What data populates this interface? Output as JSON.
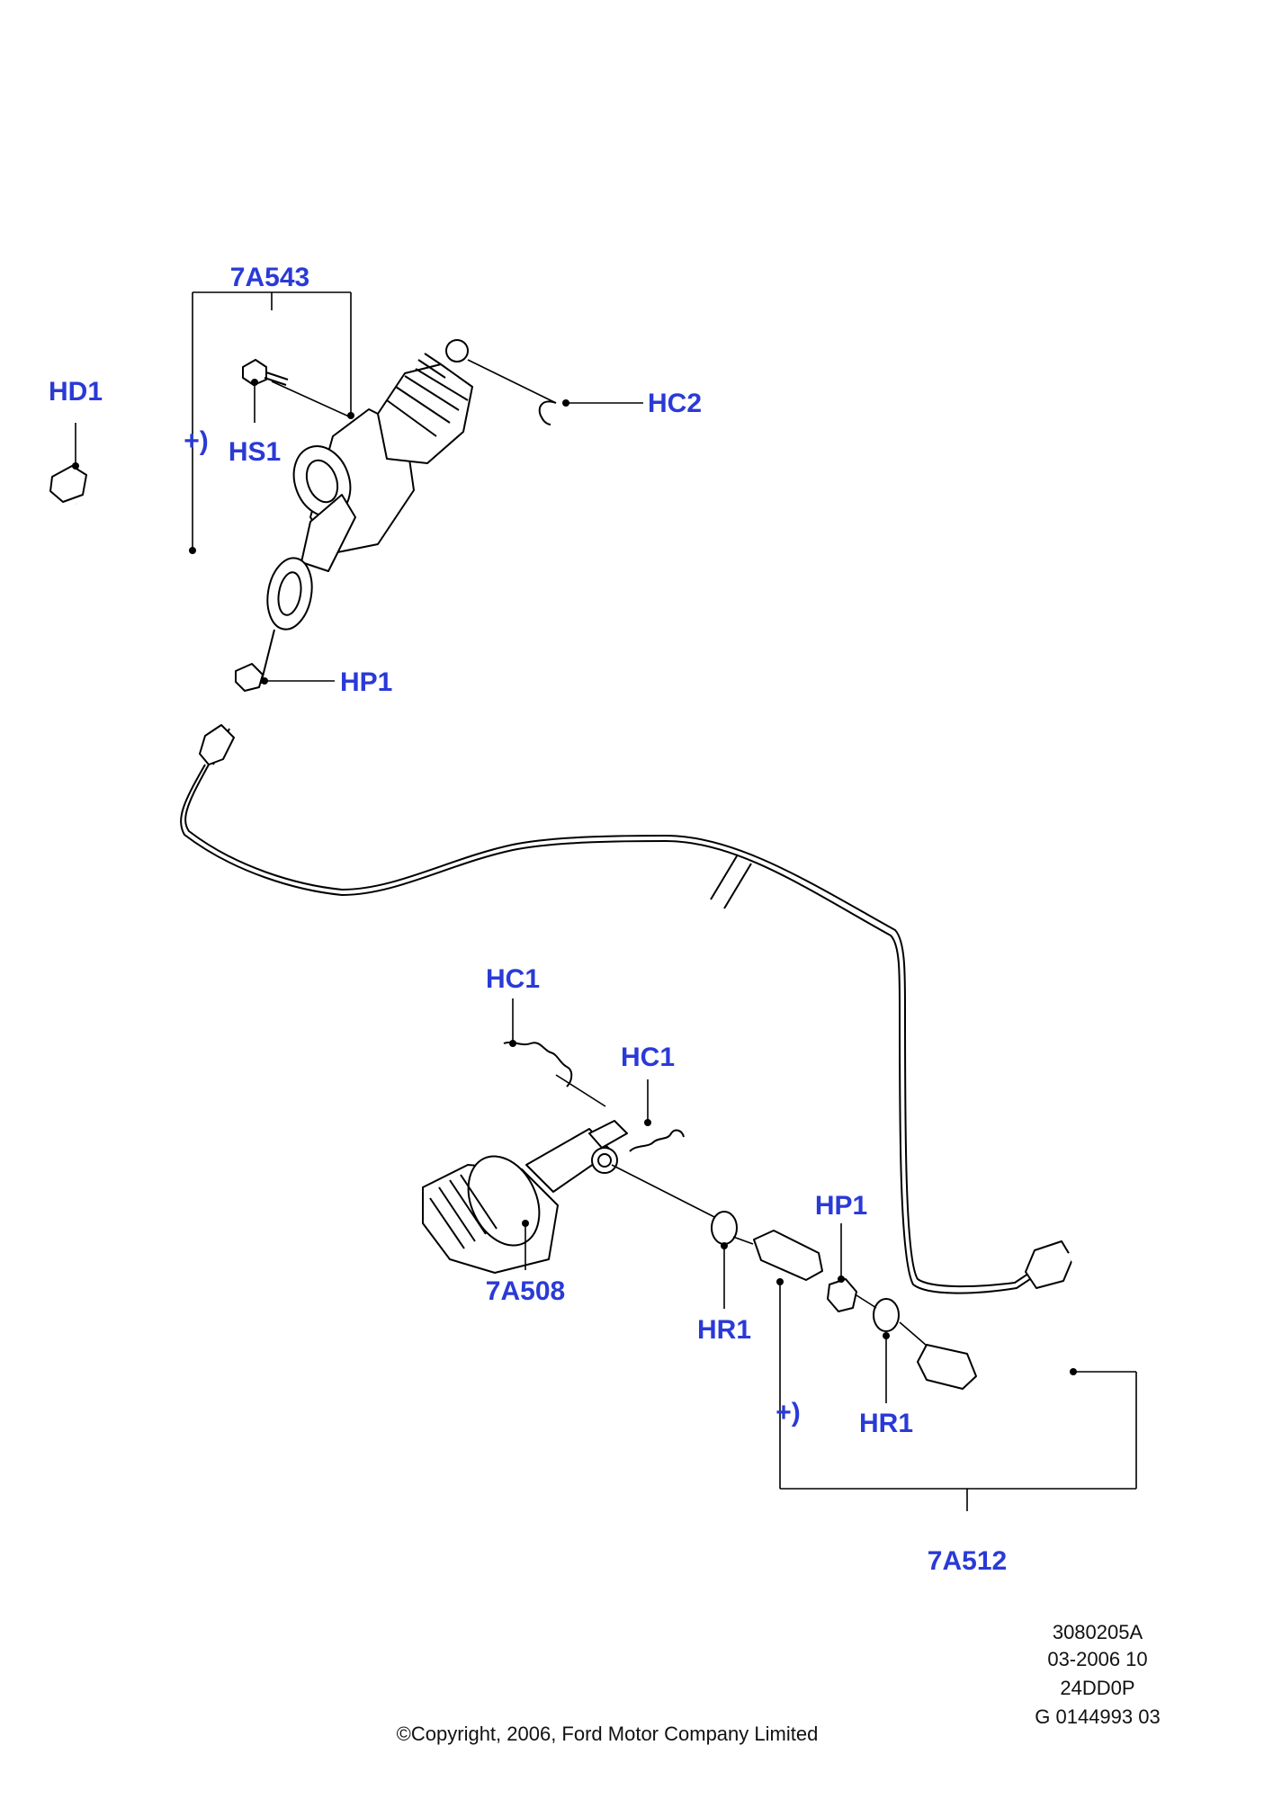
{
  "labels": {
    "part_7A543": "7A543",
    "hd1": "HD1",
    "plus_top": "+)",
    "hs1": "HS1",
    "hc2": "HC2",
    "hp1_top": "HP1",
    "hc1_left": "HC1",
    "hc1_right": "HC1",
    "hp1_bottom": "HP1",
    "part_7A508": "7A508",
    "hr1_left": "HR1",
    "hr1_right": "HR1",
    "plus_bottom": "+)",
    "part_7A512": "7A512"
  },
  "footer": {
    "ref_code": "3080205A",
    "date_code": "03-2006 10",
    "model_code": "24DD0P",
    "g_code": "G 0144993 03",
    "copyright": "©Copyright, 2006, Ford Motor Company Limited"
  },
  "colors": {
    "label": "#2a3ad6",
    "line": "#000000",
    "background": "#ffffff"
  }
}
